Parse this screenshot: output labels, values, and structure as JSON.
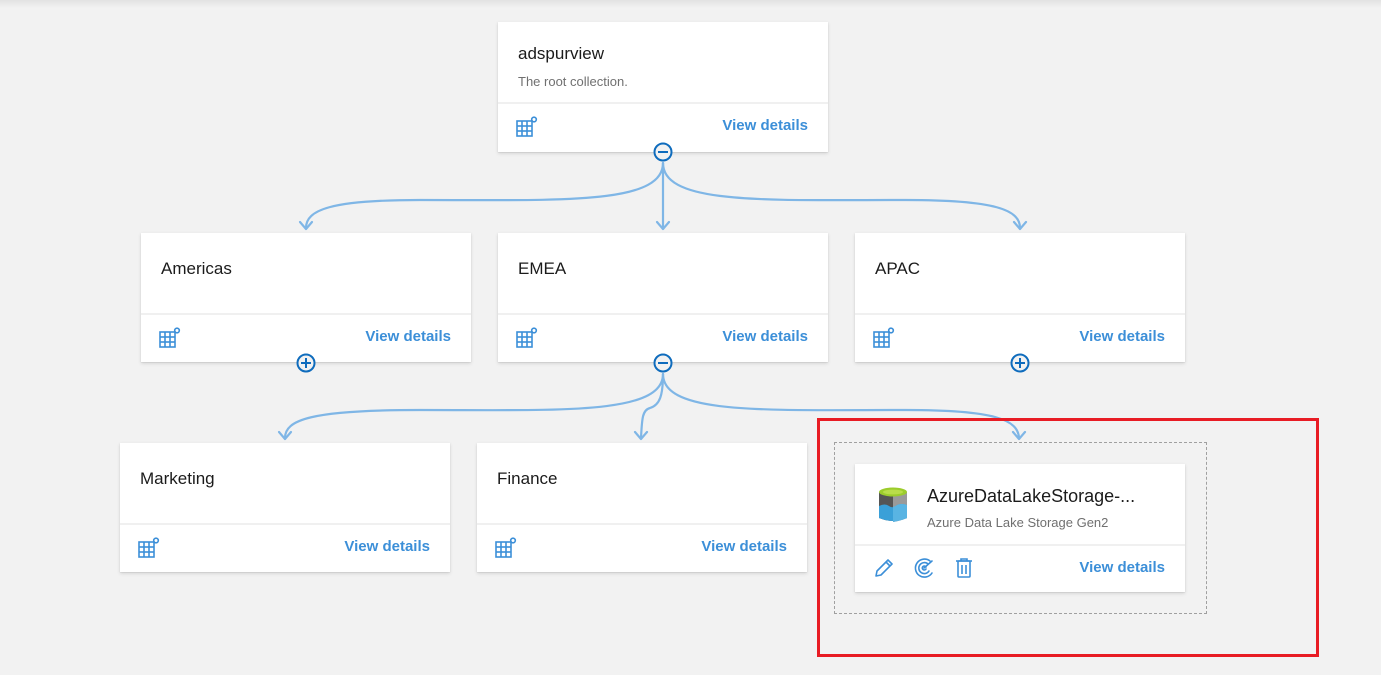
{
  "root": {
    "title": "adspurview",
    "subtitle": "The root collection.",
    "view_details": "View details",
    "toggle": "collapse"
  },
  "level1": [
    {
      "title": "Americas",
      "view_details": "View details",
      "toggle": "expand"
    },
    {
      "title": "EMEA",
      "view_details": "View details",
      "toggle": "collapse"
    },
    {
      "title": "APAC",
      "view_details": "View details",
      "toggle": "expand"
    }
  ],
  "level2": [
    {
      "title": "Marketing",
      "view_details": "View details"
    },
    {
      "title": "Finance",
      "view_details": "View details"
    }
  ],
  "source": {
    "title": "AzureDataLakeStorage-...",
    "subtitle": "Azure Data Lake Storage Gen2",
    "view_details": "View details",
    "actions": [
      "edit-icon",
      "scan-icon",
      "delete-icon"
    ]
  },
  "colors": {
    "accent": "#3c8fd8",
    "edge": "#7fb6e6",
    "toggle": "#0f6cbd",
    "highlight": "#e81c24",
    "background": "#f2f2f2"
  }
}
